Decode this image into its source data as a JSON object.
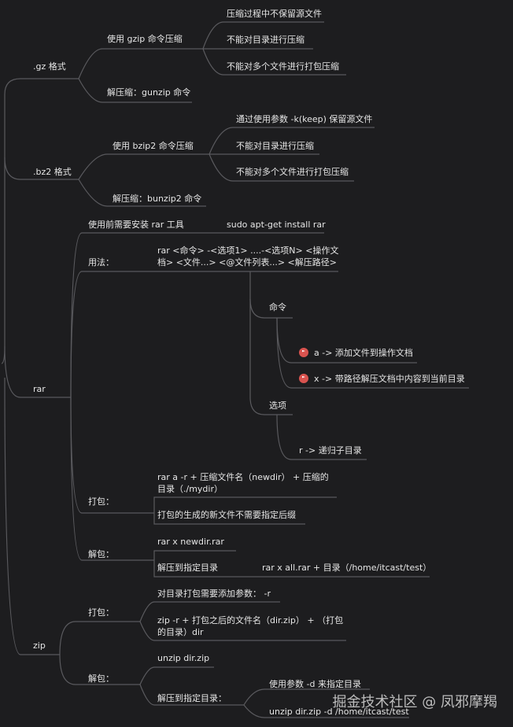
{
  "gz": {
    "label": ".gz 格式",
    "compress": {
      "label": "使用 gzip 命令压缩",
      "notes": [
        "压缩过程中不保留源文件",
        "不能对目录进行压缩",
        "不能对多个文件进行打包压缩"
      ]
    },
    "decompress": "解压缩：gunzip 命令"
  },
  "bz2": {
    "label": ".bz2 格式",
    "compress": {
      "label": "使用 bzip2 命令压缩",
      "notes": [
        "通过使用参数 -k(keep) 保留源文件",
        "不能对目录进行压缩",
        "不能对多个文件进行打包压缩"
      ]
    },
    "decompress": "解压缩：bunzip2 命令"
  },
  "rar": {
    "label": "rar",
    "install": "使用前需要安装 rar 工具",
    "install_cmd": "sudo apt-get install rar",
    "usage": "用法：",
    "syntax": "rar <命令> -<选项1> ....-<选项N> <操作文档> <文件...> <@文件列表...> <解压路径>",
    "commands": {
      "label": "命令",
      "items": [
        "a -> 添加文件到操作文档",
        "x -> 带路径解压文档中内容到当前目录"
      ]
    },
    "options": {
      "label": "选项",
      "items": [
        "r -> 递归子目录"
      ]
    },
    "pack": {
      "label": "打包：",
      "items": [
        "rar a -r + 压缩文件名（newdir） + 压缩的目录（./mydir）",
        "打包的生成的新文件不需要指定后缀"
      ]
    },
    "unpack": {
      "label": "解包：",
      "cmd": "rar x newdir.rar",
      "to_dir": "解压到指定目录",
      "to_dir_cmd": "rar x all.rar + 目录（/home/itcast/test）"
    }
  },
  "zip": {
    "label": "zip",
    "pack": {
      "label": "打包：",
      "items": [
        "对目录打包需要添加参数： -r",
        "zip -r + 打包之后的文件名（dir.zip） + （打包的目录）dir"
      ]
    },
    "unpack": {
      "label": "解包：",
      "cmd": "unzip dir.zip",
      "to_dir": "解压到指定目录：",
      "to_dir_items": [
        "使用参数 -d 来指定目录",
        "unzip dir.zip -d /home/itcast/test"
      ]
    }
  },
  "watermark": "掘金技术社区 @ 凤邪摩羯",
  "colors": {
    "background": "#1d1d1f",
    "line": "#5a5a5e",
    "text": "#e6e6e6",
    "flag": "#d9534f"
  }
}
